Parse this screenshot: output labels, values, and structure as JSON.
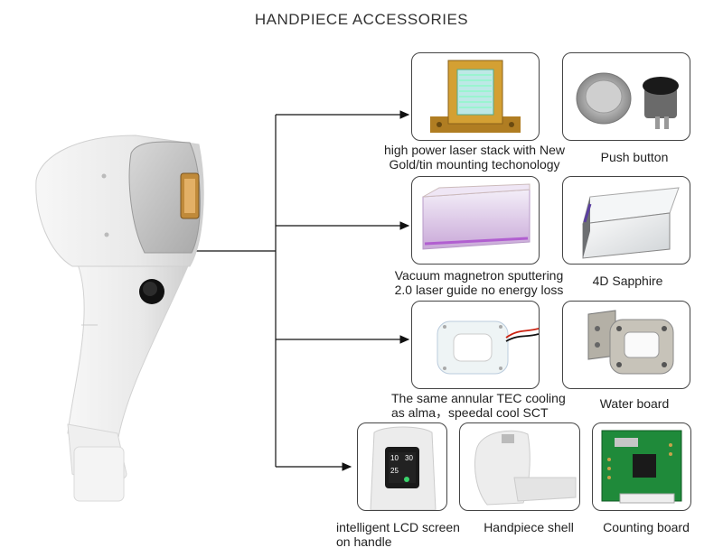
{
  "title": "HANDPIECE  ACCESSORIES",
  "items": [
    {
      "id": "laser-stack",
      "caption_line1": "high power  laser stack with New",
      "caption_line2": "Gold/tin mounting techonology"
    },
    {
      "id": "push-button",
      "caption_line1": "Push button"
    },
    {
      "id": "laser-guide",
      "caption_line1": "Vacuum magnetron sputtering",
      "caption_line2": "2.0 laser guide no energy loss"
    },
    {
      "id": "sapphire",
      "caption_line1": "4D Sapphire"
    },
    {
      "id": "tec-cooling",
      "caption_line1": "The same annular TEC cooling",
      "caption_line2": "as alma，speedal cool SCT"
    },
    {
      "id": "water-board",
      "caption_line1": "Water board"
    },
    {
      "id": "lcd-screen",
      "caption_line1": "intelligent LCD screen",
      "caption_line2": "on handle"
    },
    {
      "id": "handpiece-shell",
      "caption_line1": "Handpiece shell"
    },
    {
      "id": "counting-board",
      "caption_line1": "Counting board"
    }
  ],
  "lcd": {
    "top_left": "10",
    "top_right": "30",
    "bottom_left": "25"
  },
  "colors": {
    "line": "#111111",
    "card_border": "#444444",
    "device": "#e6e6e6",
    "gold": "#c9962e"
  }
}
